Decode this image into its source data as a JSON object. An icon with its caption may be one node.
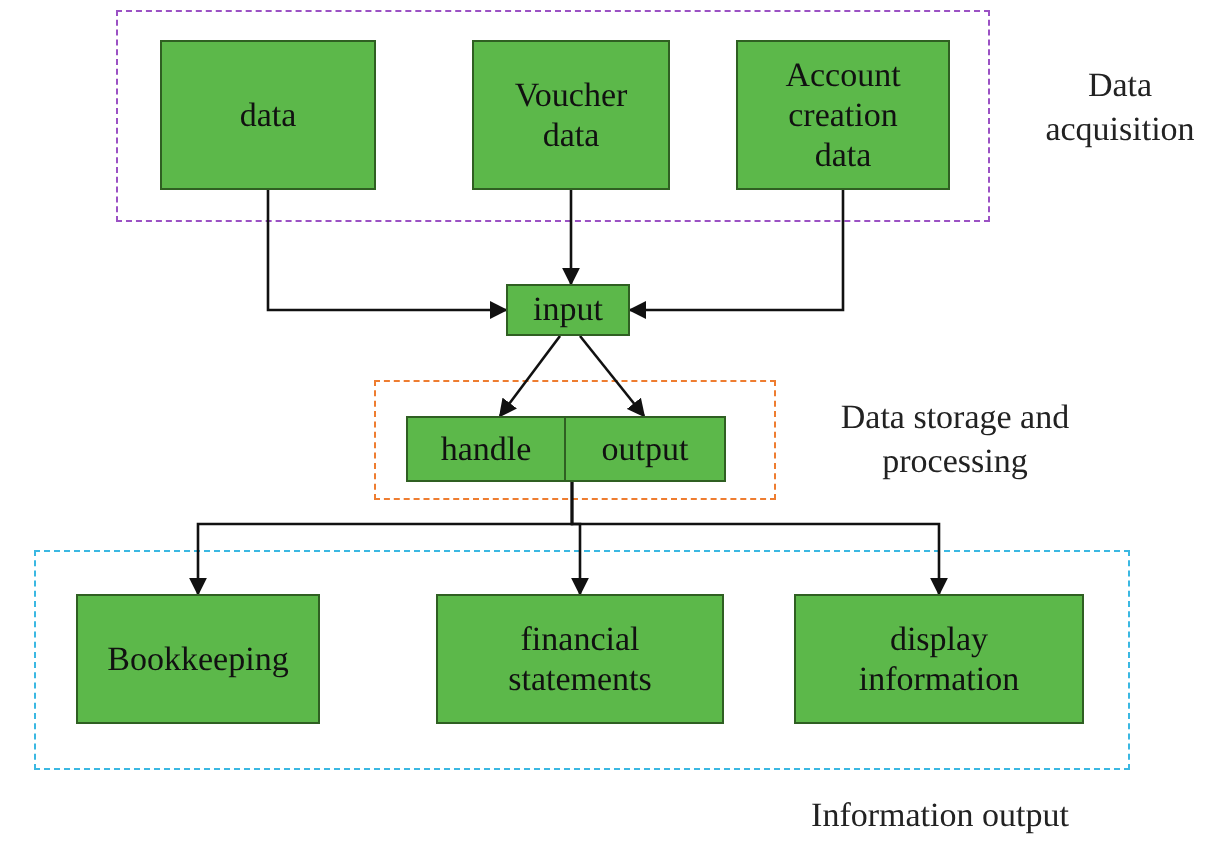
{
  "diagram": {
    "nodes": [
      {
        "text": [
          "Data acquisition"
        ]
      },
      {
        "text": [
          "data"
        ],
        "in": 0
      },
      {
        "text": [
          "Voucher data"
        ],
        "in": 0
      },
      {
        "text": [
          "Account creation data"
        ],
        "in": 0
      },
      {
        "text": [
          "input"
        ]
      },
      {
        "text": [
          "Data storage and processing"
        ]
      },
      {
        "text": [
          "handle"
        ],
        "in": 5
      },
      {
        "text": [
          "output"
        ],
        "in": 5
      },
      {
        "text": [
          "Information output"
        ]
      },
      {
        "text": [
          "Bookkeeping"
        ],
        "in": 8
      },
      {
        "text": [
          "financial statements"
        ],
        "in": 8
      },
      {
        "text": [
          "display information"
        ],
        "in": 8
      }
    ],
    "edges": [
      {
        "from": 1,
        "to": 4,
        "arrow": "to"
      },
      {
        "from": 2,
        "to": 4,
        "arrow": "to"
      },
      {
        "from": 3,
        "to": 4,
        "arrow": "to"
      },
      {
        "from": 4,
        "to": 6,
        "arrow": "to"
      },
      {
        "from": 4,
        "to": 7,
        "arrow": "to"
      },
      {
        "from": 7,
        "to": 9,
        "arrow": "to"
      },
      {
        "from": 7,
        "to": 10,
        "arrow": "to"
      },
      {
        "from": 7,
        "to": 11,
        "arrow": "to"
      }
    ]
  }
}
